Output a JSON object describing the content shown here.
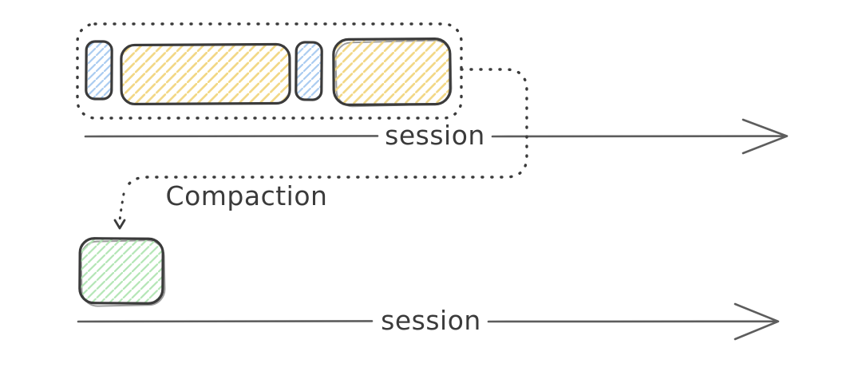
{
  "labels": {
    "session_top": "session",
    "session_bottom": "session",
    "compaction": "Compaction"
  },
  "colors": {
    "stroke": "#3b3b3b",
    "line": "#5d5d5d",
    "text": "#3b3b3b",
    "blue": "#a9cbf0",
    "yellow": "#f2d784",
    "green": "#b2e5b4",
    "background": "#ffffff"
  },
  "blocks": {
    "grouped_in_dashed_container": [
      {
        "id": "block-1",
        "fill": "blue",
        "size": "small"
      },
      {
        "id": "block-2",
        "fill": "yellow",
        "size": "large"
      },
      {
        "id": "block-3",
        "fill": "blue",
        "size": "small"
      },
      {
        "id": "block-4",
        "fill": "yellow",
        "size": "medium"
      }
    ],
    "compacted_result": {
      "id": "block-5",
      "fill": "green",
      "size": "medium"
    }
  },
  "icons": {
    "arrow_right_top": "right-arrowhead",
    "arrow_right_bottom": "right-arrowhead",
    "arrow_down_compaction": "down-arrowhead"
  }
}
